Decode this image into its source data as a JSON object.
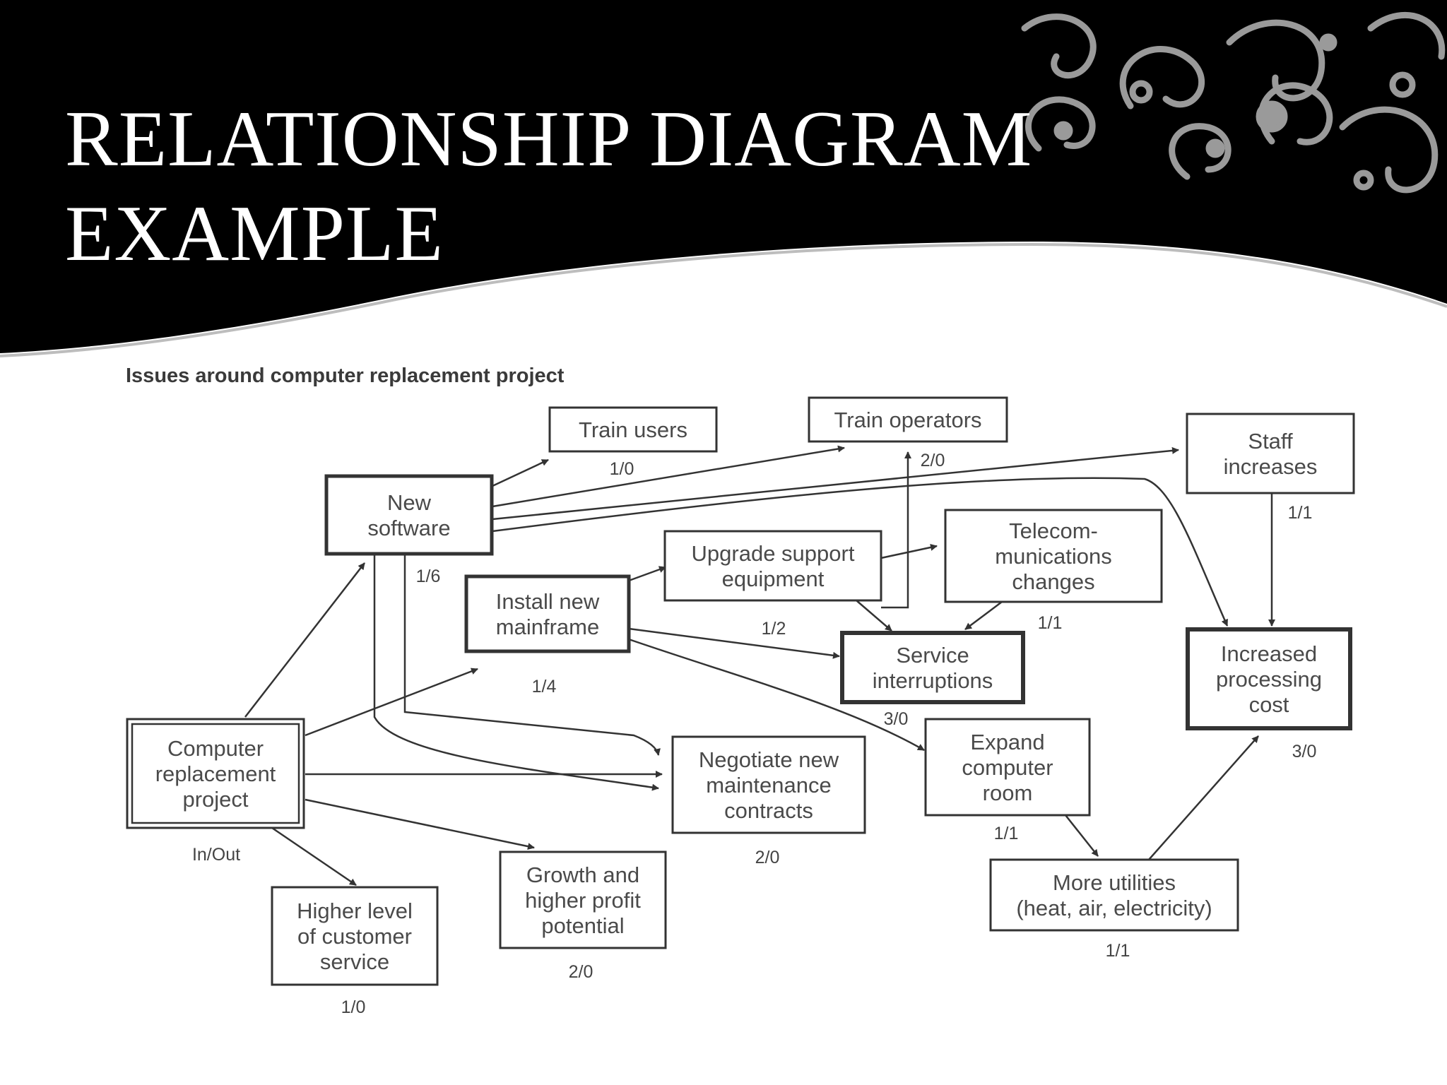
{
  "slide": {
    "title_line1": "RELATIONSHIP DIAGRAM",
    "title_line2": "EXAMPLE",
    "banner_color": "#000000",
    "ornament_color": "#9a9a9a"
  },
  "diagram": {
    "subtitle": "Issues around computer replacement project",
    "line_color": "#333333",
    "nodes": {
      "train_users": {
        "lines": [
          "Train users"
        ],
        "ratio": "1/0"
      },
      "train_operators": {
        "lines": [
          "Train operators"
        ],
        "ratio": "2/0"
      },
      "staff_increases": {
        "lines": [
          "Staff",
          "increases"
        ],
        "ratio": "1/1"
      },
      "new_software": {
        "lines": [
          "New",
          "software"
        ],
        "ratio": "1/6"
      },
      "upgrade_support": {
        "lines": [
          "Upgrade support",
          "equipment"
        ],
        "ratio": "1/2"
      },
      "telecom": {
        "lines": [
          "Telecom-",
          "munications",
          "changes"
        ],
        "ratio": "1/1"
      },
      "install_mainframe": {
        "lines": [
          "Install new",
          "mainframe"
        ],
        "ratio": "1/4"
      },
      "service_interruptions": {
        "lines": [
          "Service",
          "interruptions"
        ],
        "ratio": "3/0"
      },
      "increased_cost": {
        "lines": [
          "Increased",
          "processing",
          "cost"
        ],
        "ratio": "3/0"
      },
      "computer_replacement": {
        "lines": [
          "Computer",
          "replacement",
          "project"
        ],
        "ratio": "In/Out"
      },
      "negotiate": {
        "lines": [
          "Negotiate new",
          "maintenance",
          "contracts"
        ],
        "ratio": "2/0"
      },
      "expand_room": {
        "lines": [
          "Expand",
          "computer",
          "room"
        ],
        "ratio": "1/1"
      },
      "more_utilities": {
        "lines": [
          "More utilities",
          "(heat, air, electricity)"
        ],
        "ratio": "1/1"
      },
      "higher_service": {
        "lines": [
          "Higher level",
          "of customer",
          "service"
        ],
        "ratio": "1/0"
      },
      "growth": {
        "lines": [
          "Growth and",
          "higher profit",
          "potential"
        ],
        "ratio": "2/0"
      }
    }
  }
}
